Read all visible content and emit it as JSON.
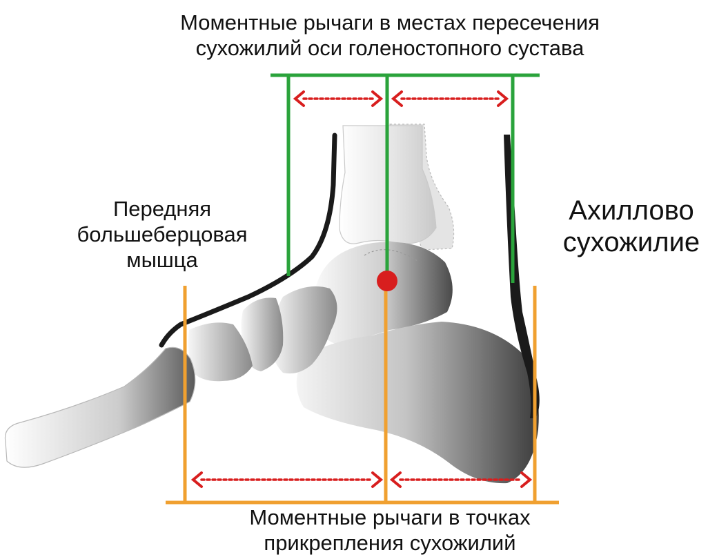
{
  "labels": {
    "top_caption_line1": "Моментные рычаги в местах пересечения",
    "top_caption_line2": "сухожилий оси голеностопного сустава",
    "bottom_caption_line1": "Моментные рычаги в точках",
    "bottom_caption_line2": "прикрепления сухожилий",
    "left_label_line1": "Передняя",
    "left_label_line2": "большеберцовая",
    "left_label_line3": "мышца",
    "right_label_line1": "Ахиллово",
    "right_label_line2": "сухожилие"
  },
  "colors": {
    "green_axis": "#2aa33b",
    "orange_axis": "#f0a030",
    "red_arrow": "#d81e1e",
    "tendon": "#1a1a1a",
    "bone_dark": "#555555",
    "bone_light": "#f2f2f2"
  }
}
